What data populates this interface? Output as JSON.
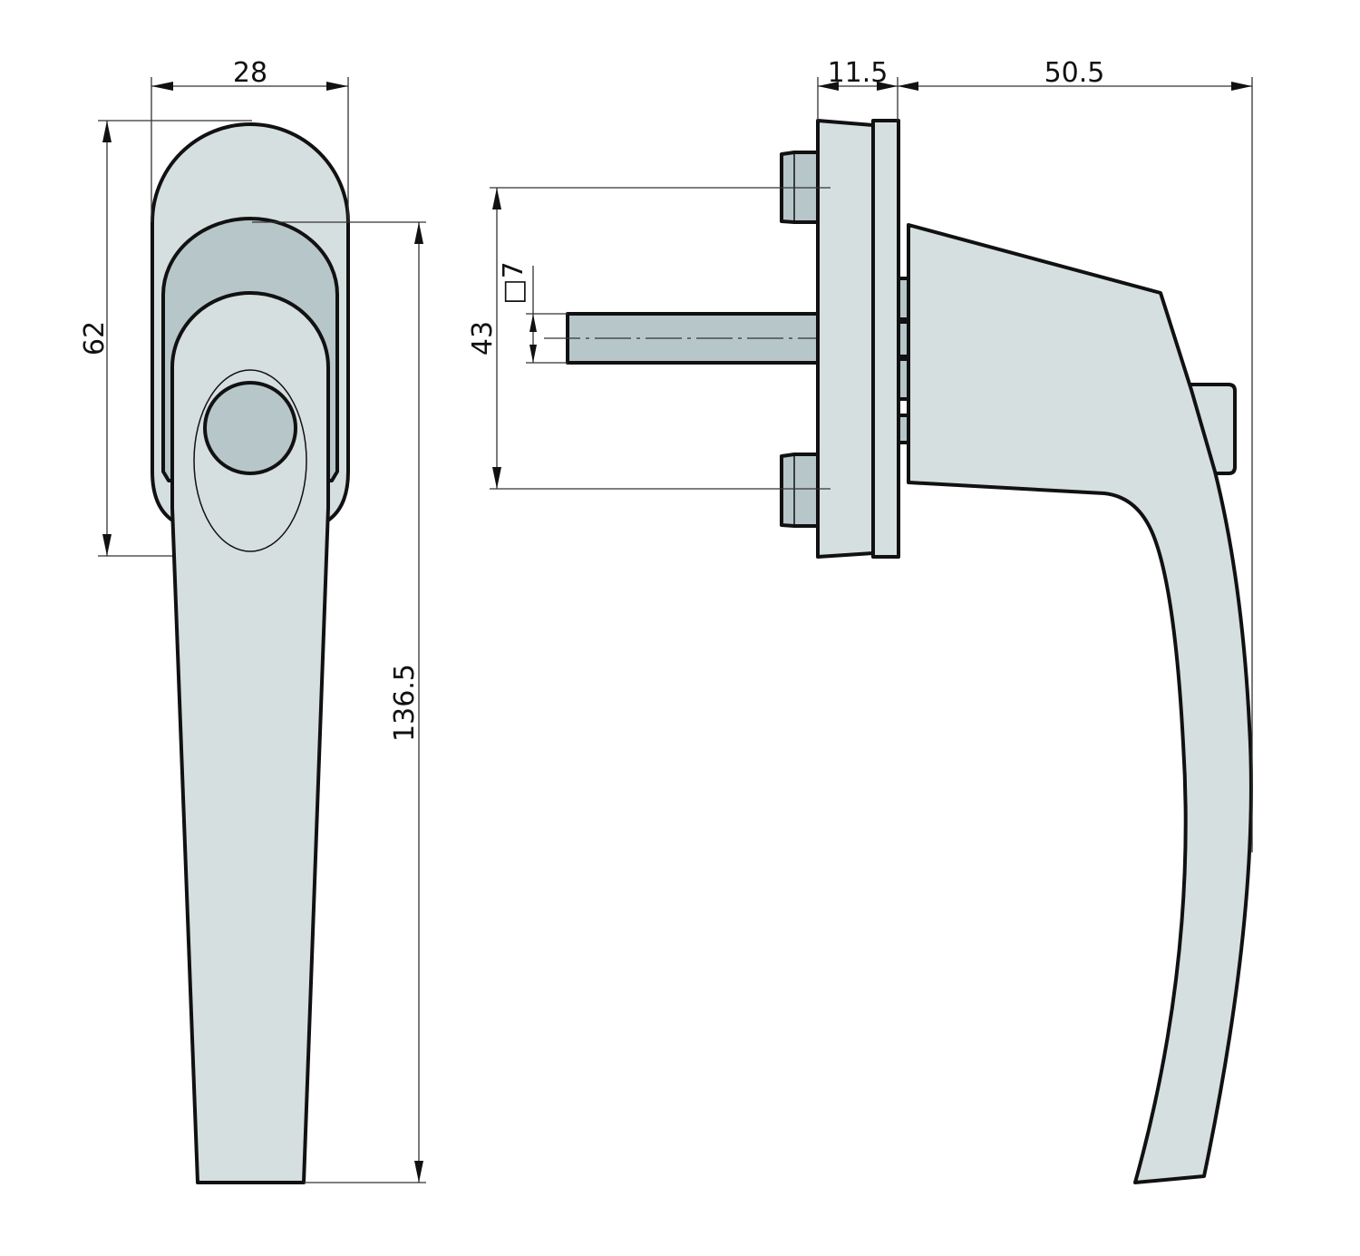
{
  "drawing": {
    "subject": "Window handle technical drawing",
    "views": [
      "front-view",
      "side-view"
    ],
    "colors": {
      "part_fill": "#d6dfe0",
      "part_dark_fill": "#b7c6c9",
      "outline": "#111111",
      "background": "#ffffff"
    }
  },
  "dimensions": {
    "front_width": "28",
    "rose_height": "62",
    "total_height": "136.5",
    "spindle_spacing": "43",
    "spindle_square": "□7",
    "rose_depth": "11.5",
    "handle_projection": "50.5"
  }
}
